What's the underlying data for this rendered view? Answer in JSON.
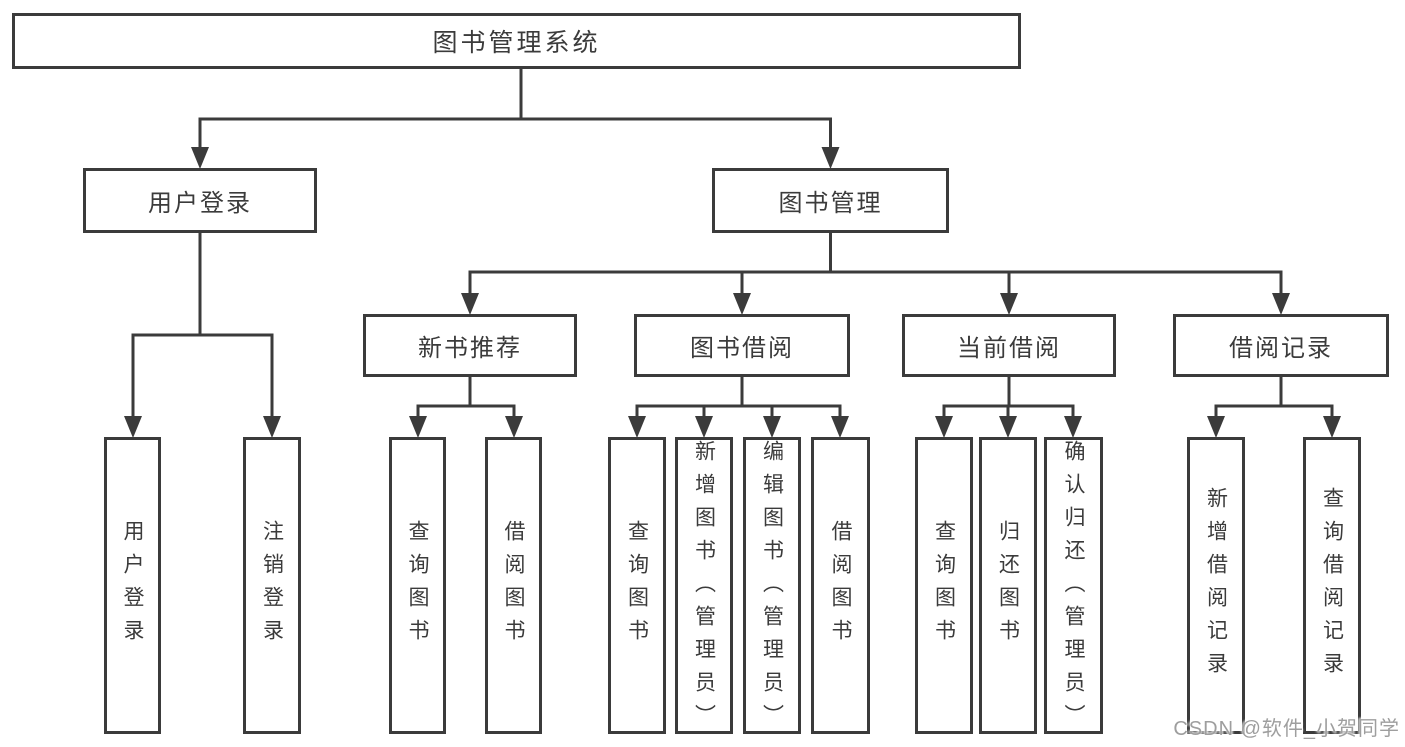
{
  "diagram": {
    "root": {
      "label": "图书管理系统"
    },
    "user_login": {
      "label": "用户登录",
      "children": [
        {
          "label": "用户登录"
        },
        {
          "label": "注销登录"
        }
      ]
    },
    "book_mgmt": {
      "label": "图书管理",
      "sections": [
        {
          "label": "新书推荐",
          "children": [
            {
              "label": "查询图书"
            },
            {
              "label": "借阅图书"
            }
          ]
        },
        {
          "label": "图书借阅",
          "children": [
            {
              "label": "查询图书"
            },
            {
              "label": "新增图书（管理员）"
            },
            {
              "label": "编辑图书（管理员）"
            },
            {
              "label": "借阅图书"
            }
          ]
        },
        {
          "label": "当前借阅",
          "children": [
            {
              "label": "查询图书"
            },
            {
              "label": "归还图书"
            },
            {
              "label": "确认归还（管理员）"
            }
          ]
        },
        {
          "label": "借阅记录",
          "children": [
            {
              "label": "新增借阅记录"
            },
            {
              "label": "查询借阅记录"
            }
          ]
        }
      ]
    }
  },
  "watermark": {
    "text": "CSDN @软件_小贺同学"
  },
  "colors": {
    "line": "#3b3b3b",
    "box_border": "#3b3b3b",
    "text": "#3b3b3b",
    "background": "#ffffff",
    "watermark": "#9e9e9e"
  }
}
